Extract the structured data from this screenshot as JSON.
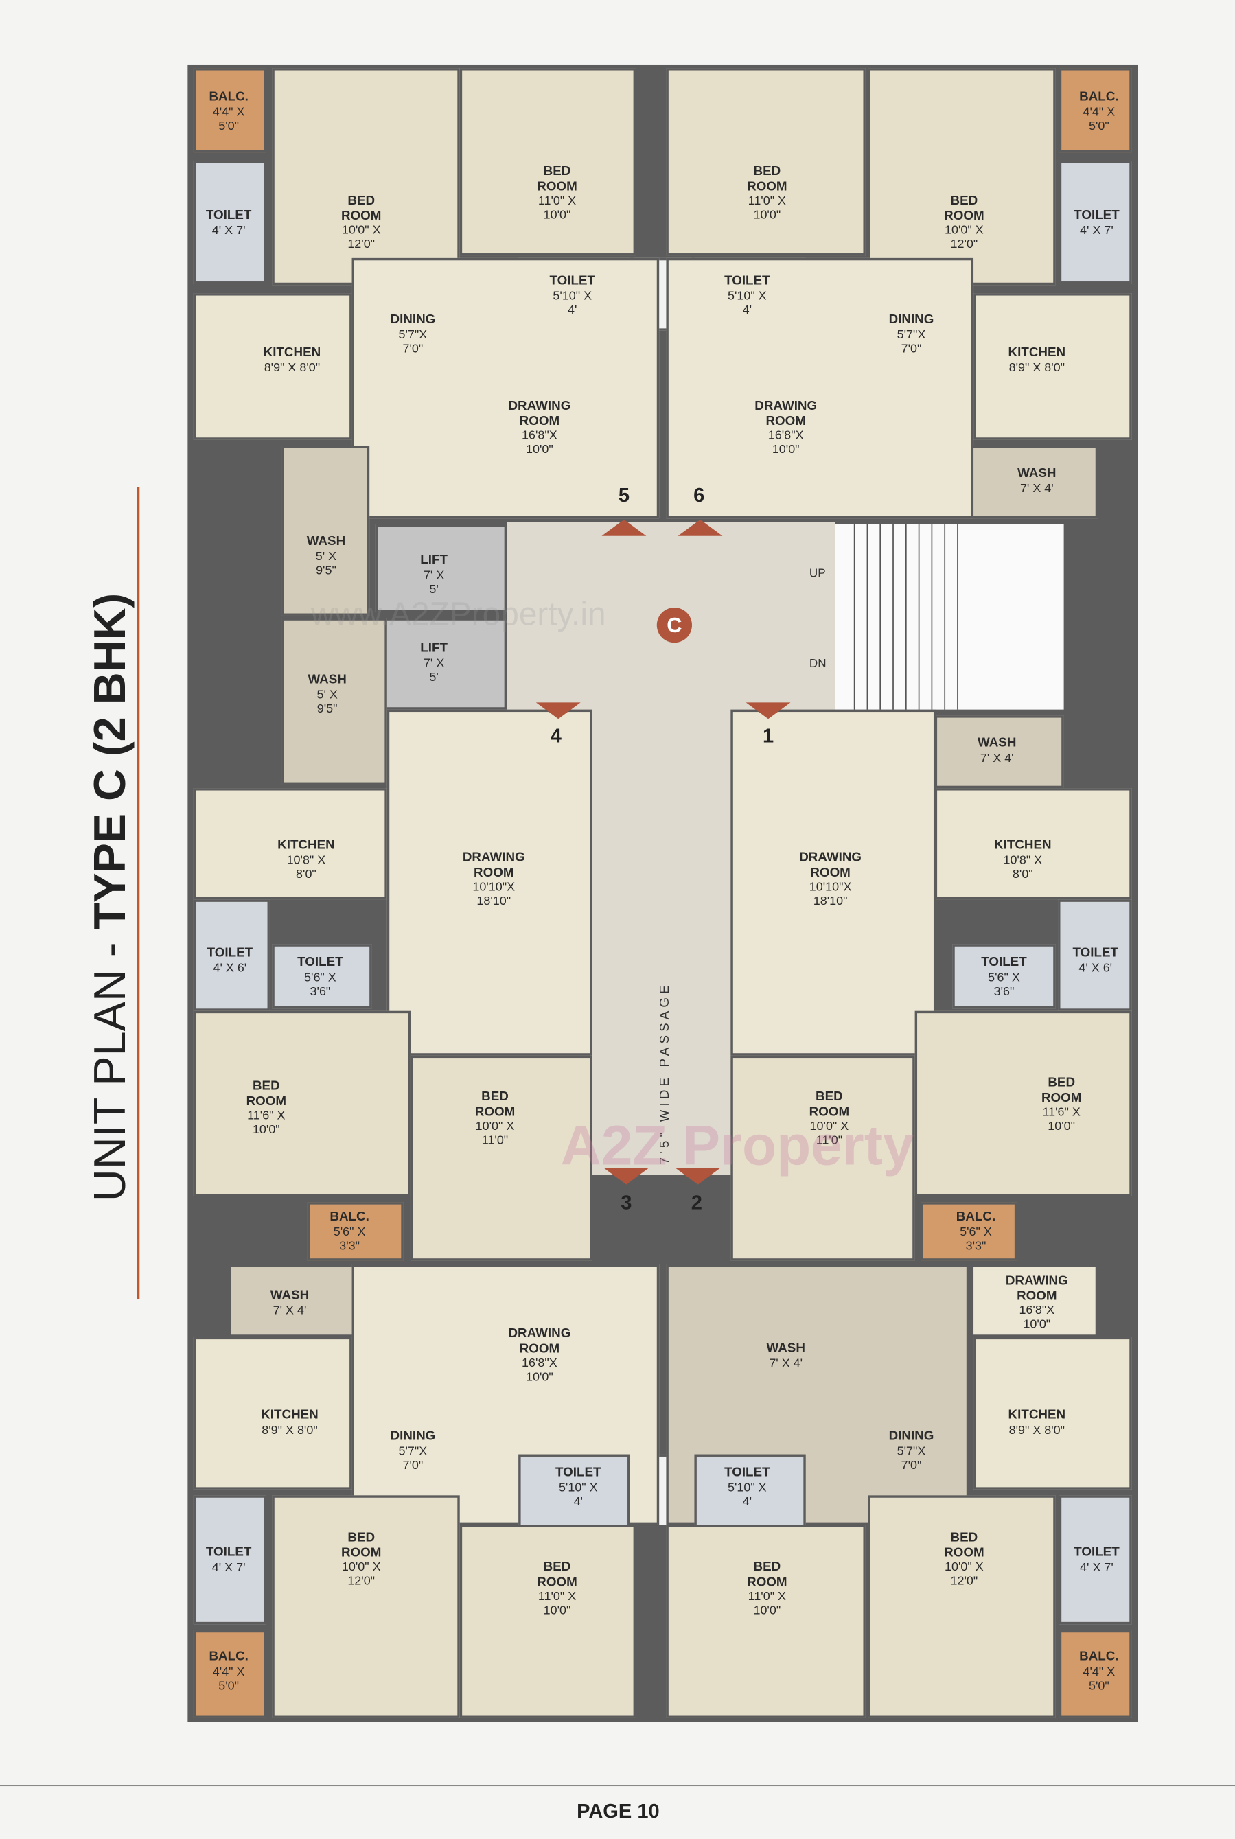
{
  "title": {
    "prefix": "UNIT PLAN - ",
    "bold": "TYPE C (2 BHK)"
  },
  "footer": {
    "page": "PAGE 10"
  },
  "passage_label": "7'5\" WIDE PASSAGE",
  "stairs": {
    "up": "UP",
    "dn": "DN"
  },
  "core_marker": "C",
  "unit_numbers": [
    "5",
    "6",
    "4",
    "1",
    "3",
    "2"
  ],
  "watermarks": [
    "www.A2ZProperty.in",
    "A2Z Property"
  ],
  "colors": {
    "accent": "#b0553c",
    "wall": "#5c5c5c",
    "balcony": "#d49b6a",
    "toilet": "#d3d7de"
  },
  "rooms": [
    {
      "name": "BALC.",
      "dims": "4'4\" X 5'0\"",
      "type": "balc"
    },
    {
      "name": "TOILET",
      "dims": "4' X 7'",
      "type": "toilet"
    },
    {
      "name": "BED ROOM",
      "dims": "10'0\" X 12'0\"",
      "type": "bed"
    },
    {
      "name": "BED ROOM",
      "dims": "11'0\" X 10'0\"",
      "type": "bed"
    },
    {
      "name": "TOILET",
      "dims": "5'10\" X 4'",
      "type": "toilet"
    },
    {
      "name": "KITCHEN",
      "dims": "8'9\" X 8'0\"",
      "type": "kitchen"
    },
    {
      "name": "DINING",
      "dims": "5'7\"X\n7'0\"",
      "type": "dining"
    },
    {
      "name": "DRAWING ROOM",
      "dims": "16'8\"X 10'0\"",
      "type": "drawing"
    },
    {
      "name": "WASH",
      "dims": "5' X 9'5\"",
      "type": "wash"
    },
    {
      "name": "LIFT",
      "dims": "7' X 5'",
      "type": "lift"
    },
    {
      "name": "LIFT",
      "dims": "7' X 5'",
      "type": "lift"
    },
    {
      "name": "WASH",
      "dims": "5' X 9'5\"",
      "type": "wash"
    },
    {
      "name": "BALC.",
      "dims": "4'4\" X 5'0\"",
      "type": "balc"
    },
    {
      "name": "TOILET",
      "dims": "4' X 7'",
      "type": "toilet"
    },
    {
      "name": "BED ROOM",
      "dims": "10'0\" X 12'0\"",
      "type": "bed"
    },
    {
      "name": "BED ROOM",
      "dims": "11'0\" X 10'0\"",
      "type": "bed"
    },
    {
      "name": "TOILET",
      "dims": "5'10\" X 4'",
      "type": "toilet"
    },
    {
      "name": "KITCHEN",
      "dims": "8'9\" X 8'0\"",
      "type": "kitchen"
    },
    {
      "name": "DINING",
      "dims": "5'7\"X\n7'0\"",
      "type": "dining"
    },
    {
      "name": "DRAWING ROOM",
      "dims": "16'8\"X 10'0\"",
      "type": "drawing"
    },
    {
      "name": "WASH",
      "dims": "7' X 4'",
      "type": "wash"
    },
    {
      "name": "KITCHEN",
      "dims": "10'8\" X 8'0\"",
      "type": "kitchen"
    },
    {
      "name": "DRAWING ROOM",
      "dims": "10'10\"X 18'10\"",
      "type": "drawing"
    },
    {
      "name": "TOILET",
      "dims": "4' X 6'",
      "type": "toilet"
    },
    {
      "name": "TOILET",
      "dims": "5'6\" X 3'6\"",
      "type": "toilet"
    },
    {
      "name": "BED ROOM",
      "dims": "11'6\" X 10'0\"",
      "type": "bed"
    },
    {
      "name": "BED ROOM",
      "dims": "10'0\" X 11'0\"",
      "type": "bed"
    },
    {
      "name": "BALC.",
      "dims": "5'6\" X 3'3\"",
      "type": "balc"
    },
    {
      "name": "WASH",
      "dims": "7' X 4'",
      "type": "wash"
    },
    {
      "name": "KITCHEN",
      "dims": "10'8\" X 8'0\"",
      "type": "kitchen"
    },
    {
      "name": "DRAWING ROOM",
      "dims": "10'10\"X 18'10\"",
      "type": "drawing"
    },
    {
      "name": "TOILET",
      "dims": "4' X 6'",
      "type": "toilet"
    },
    {
      "name": "TOILET",
      "dims": "5'6\" X 3'6\"",
      "type": "toilet"
    },
    {
      "name": "BED ROOM",
      "dims": "11'6\" X 10'0\"",
      "type": "bed"
    },
    {
      "name": "BED ROOM",
      "dims": "10'0\" X 11'0\"",
      "type": "bed"
    },
    {
      "name": "BALC.",
      "dims": "5'6\" X 3'3\"",
      "type": "balc"
    },
    {
      "name": "WASH",
      "dims": "7' X 4'",
      "type": "wash"
    },
    {
      "name": "DRAWING ROOM",
      "dims": "16'8\"X 10'0\"",
      "type": "drawing"
    },
    {
      "name": "KITCHEN",
      "dims": "8'9\" X 8'0\"",
      "type": "kitchen"
    },
    {
      "name": "DINING",
      "dims": "5'7\"X\n7'0\"",
      "type": "dining"
    },
    {
      "name": "TOILET",
      "dims": "5'10\" X 4'",
      "type": "toilet"
    },
    {
      "name": "TOILET",
      "dims": "4' X 7'",
      "type": "toilet"
    },
    {
      "name": "BED ROOM",
      "dims": "10'0\" X 12'0\"",
      "type": "bed"
    },
    {
      "name": "BED ROOM",
      "dims": "11'0\" X 10'0\"",
      "type": "bed"
    },
    {
      "name": "BALC.",
      "dims": "4'4\" X 5'0\"",
      "type": "balc"
    },
    {
      "name": "WASH",
      "dims": "7' X 4'",
      "type": "wash"
    },
    {
      "name": "DRAWING ROOM",
      "dims": "16'8\"X 10'0\"",
      "type": "drawing"
    },
    {
      "name": "KITCHEN",
      "dims": "8'9\" X 8'0\"",
      "type": "kitchen"
    },
    {
      "name": "DINING",
      "dims": "5'7\"X\n7'0\"",
      "type": "dining"
    },
    {
      "name": "TOILET",
      "dims": "5'10\" X 4'",
      "type": "toilet"
    },
    {
      "name": "TOILET",
      "dims": "4' X 7'",
      "type": "toilet"
    },
    {
      "name": "BED ROOM",
      "dims": "10'0\" X 12'0\"",
      "type": "bed"
    },
    {
      "name": "BED ROOM",
      "dims": "11'0\" X 10'0\"",
      "type": "bed"
    },
    {
      "name": "BALC.",
      "dims": "4'4\" X 5'0\"",
      "type": "balc"
    }
  ]
}
